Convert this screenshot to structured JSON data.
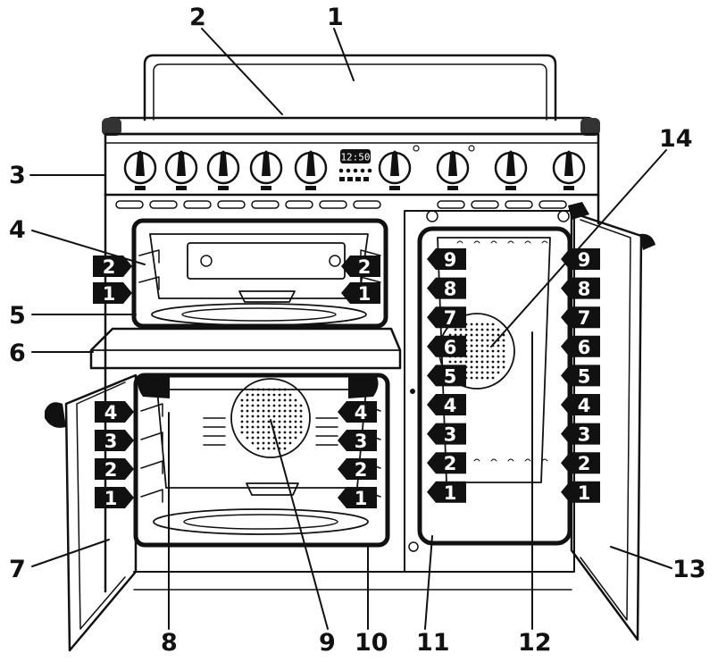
{
  "figure": {
    "colors": {
      "ink": "#111111",
      "paper": "#ffffff",
      "badge": "#111111",
      "badge_text": "#ffffff",
      "grey": "#888888"
    },
    "callouts": [
      {
        "n": "1"
      },
      {
        "n": "2"
      },
      {
        "n": "3"
      },
      {
        "n": "4"
      },
      {
        "n": "5"
      },
      {
        "n": "6"
      },
      {
        "n": "7"
      },
      {
        "n": "8"
      },
      {
        "n": "9"
      },
      {
        "n": "10"
      },
      {
        "n": "11"
      },
      {
        "n": "12"
      },
      {
        "n": "13"
      },
      {
        "n": "14"
      }
    ],
    "clock_display": "12:50",
    "left_top_shelf_levels": [
      "2",
      "1"
    ],
    "left_bottom_shelf_levels": [
      "4",
      "3",
      "2",
      "1"
    ],
    "right_shelf_levels": [
      "9",
      "8",
      "7",
      "6",
      "5",
      "4",
      "3",
      "2",
      "1"
    ]
  }
}
